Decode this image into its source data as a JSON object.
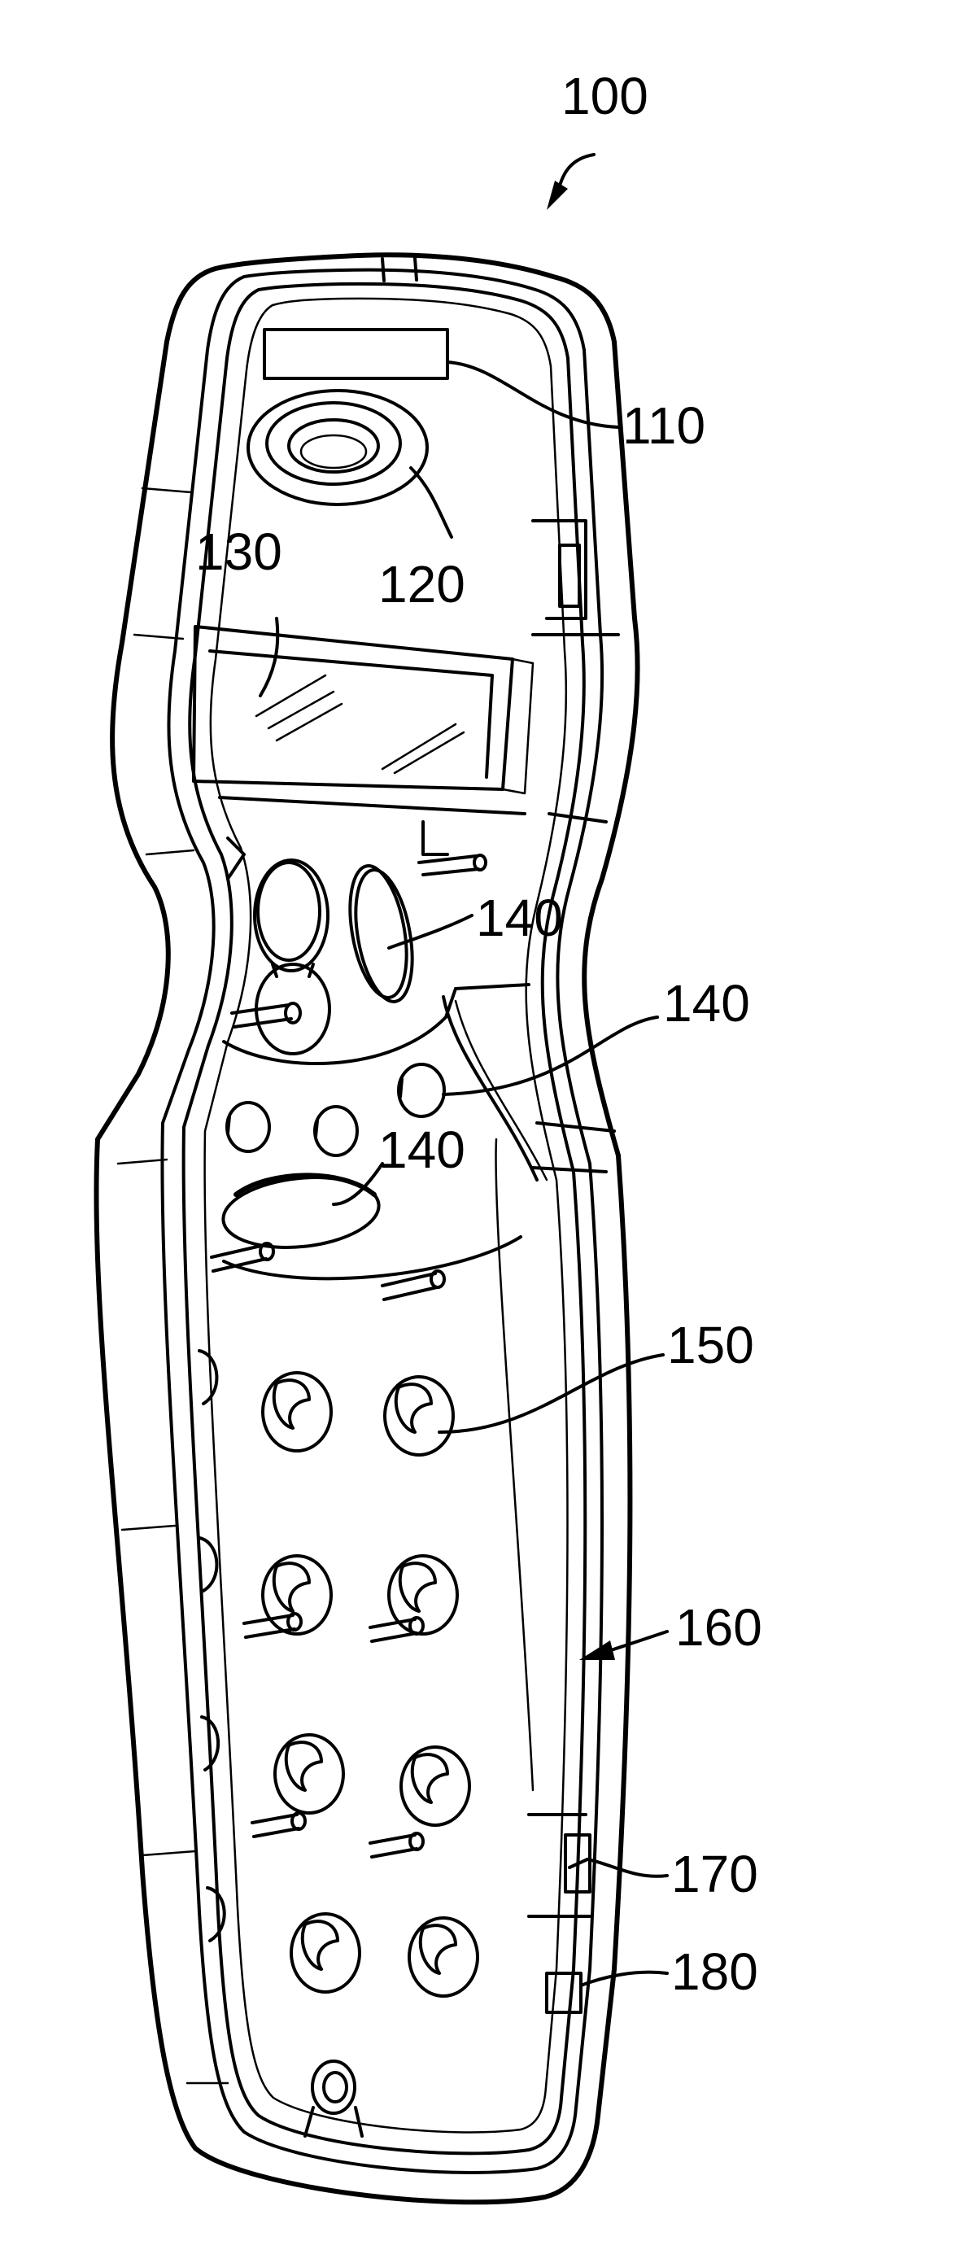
{
  "figure": {
    "labels": {
      "device": "100",
      "speaker_slot": "110",
      "earpiece": "120",
      "display": "130",
      "control_button_upper": "140",
      "control_button_middle": "140",
      "control_button_lower": "140",
      "key_post": "150",
      "housing": "160",
      "side_switch": "170",
      "connector": "180"
    }
  }
}
